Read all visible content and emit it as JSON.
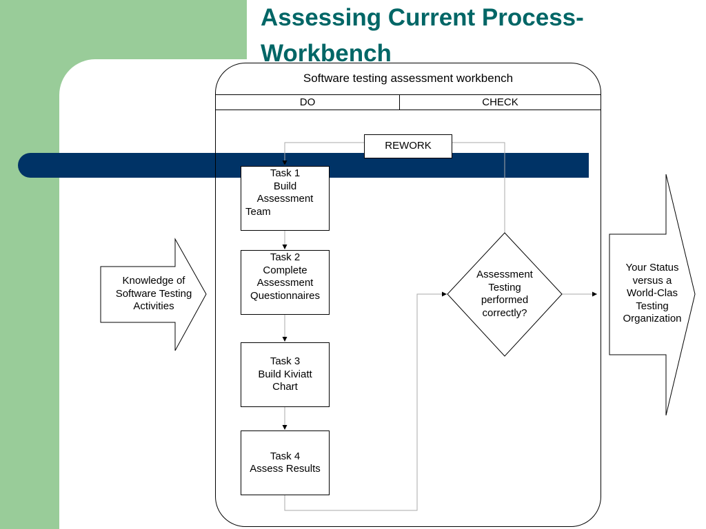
{
  "slide": {
    "title_line1": "Assessing Current Process-",
    "title_line2": "Workbench"
  },
  "workbench": {
    "title": "Software testing  assessment workbench",
    "header_do": "DO",
    "header_check": "CHECK"
  },
  "rework": {
    "label": "REWORK"
  },
  "input": {
    "lines": [
      "Knowledge of",
      "Software Testing",
      "Activities"
    ]
  },
  "tasks": [
    {
      "lines": [
        "Task 1",
        "Build",
        "Assessment",
        "Team"
      ]
    },
    {
      "lines": [
        "Task 2",
        "Complete",
        "Assessment",
        "Questionnaires"
      ]
    },
    {
      "lines": [
        "Task 3",
        "Build Kiviatt",
        "Chart"
      ]
    },
    {
      "lines": [
        "Task 4",
        "Assess Results"
      ]
    }
  ],
  "decision": {
    "lines": [
      "Assessment",
      "Testing",
      "performed",
      "correctly?"
    ]
  },
  "output": {
    "lines": [
      "Your Status",
      "versus a",
      "World-Clas",
      "Testing",
      "Organization"
    ]
  },
  "colors": {
    "green_band": "#99cc99",
    "title": "#006666",
    "blue_bar": "#003366",
    "connector": "#aaaaaa"
  }
}
